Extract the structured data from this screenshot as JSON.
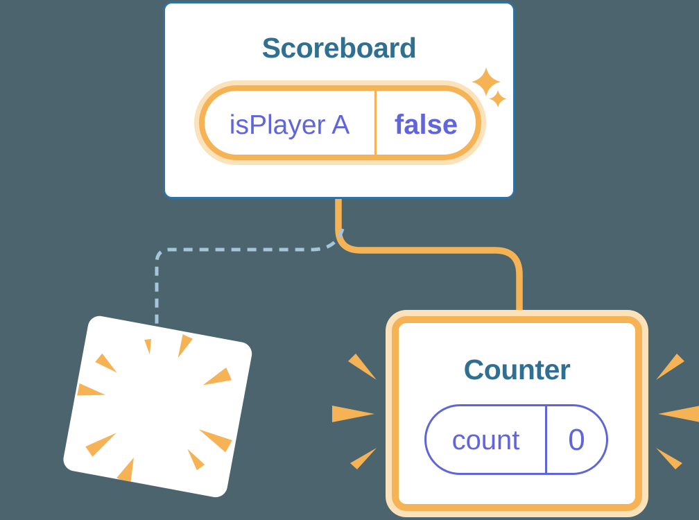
{
  "colors": {
    "background": "#4B646E",
    "card_fill": "#FFFFFF",
    "scoreboard_border": "#2F72A2",
    "heading_text": "#2F6F92",
    "accent_orange": "#F6B356",
    "accent_orange_pale": "#FBE2BA",
    "state_text": "#6065DB",
    "state_pill_border": "#5E65D9",
    "dashed_line": "#A6C4DA"
  },
  "scoreboard_card": {
    "title": "Scoreboard",
    "state_pill": {
      "name": "isPlayer A",
      "value": "false"
    }
  },
  "counter_card": {
    "title": "Counter",
    "state_pill": {
      "name": "count",
      "value": "0"
    }
  },
  "icons": {
    "sparkles": "sparkle-icon",
    "poof": "poof-burst-icon",
    "emphasis_left": "emphasis-burst-icon",
    "emphasis_right": "emphasis-burst-icon"
  }
}
